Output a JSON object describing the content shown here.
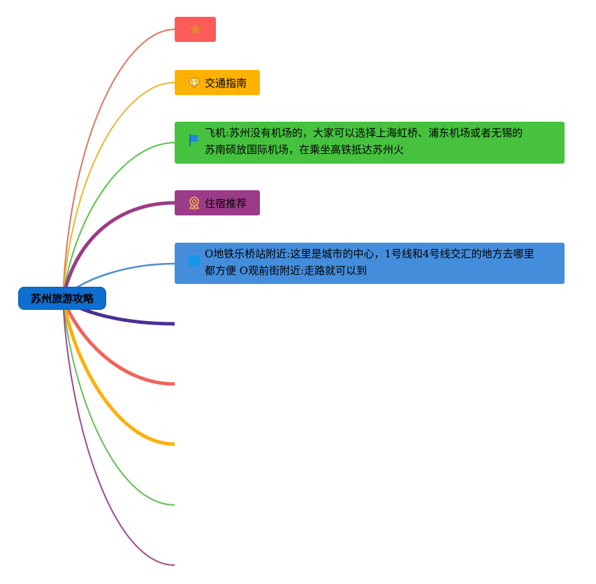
{
  "root": {
    "label": "苏州旅游攻略"
  },
  "nodes": [
    {
      "id": "star",
      "icon": "star-icon",
      "label": "",
      "color": "#fb5c5a"
    },
    {
      "id": "traffic",
      "icon": "diamond-icon",
      "label": "交通指南",
      "color": "#fdb201"
    },
    {
      "id": "flight",
      "icon": "flag-icon",
      "line1": "飞机:苏州没有机场的，大家可以选择上海虹桥、浦东机场或者无锡的",
      "line2": "苏南硕放国际机场，在乘坐高铁抵达苏州火",
      "color": "#46c23f"
    },
    {
      "id": "stay",
      "icon": "medal-icon",
      "label": "住宿推荐",
      "color": "#9c3b87"
    },
    {
      "id": "metro",
      "icon": "square-icon",
      "line1": "O地铁乐桥站附近:这里是城市的中心，1号线和4号线交汇的地方去哪里",
      "line2": "都方便 O观前街附近:走路就可以到",
      "color": "#448ddb"
    }
  ],
  "branch_colors": [
    "#e2725f",
    "#e6b732",
    "#57c24a",
    "#9c3b87",
    "#4d8fd4",
    "#4b2f94",
    "#f3625a",
    "#fbb10b",
    "#5fc253",
    "#a0468f"
  ]
}
